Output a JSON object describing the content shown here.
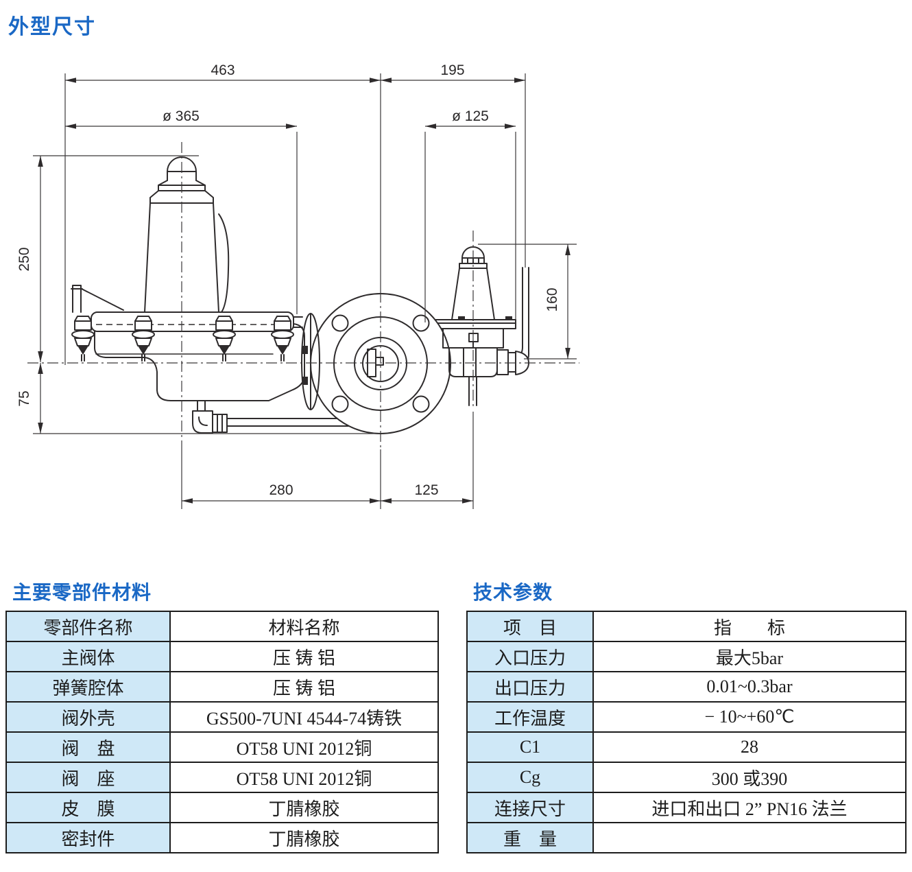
{
  "page_title": "外型尺寸",
  "colors": {
    "accent_blue": "#1a68c5",
    "table_header_bg": "#cfe8f7",
    "line": "#2e2b2c"
  },
  "drawing": {
    "dimensions": {
      "total_width": "463",
      "right_width": "195",
      "main_diameter": "ø 365",
      "pilot_diameter": "ø 125",
      "upper_height": "250",
      "lower_height": "75",
      "pilot_height": "160",
      "bottom_center": "280",
      "bottom_right": "125"
    }
  },
  "materials_table": {
    "title": "主要零部件材料",
    "headers": [
      "零部件名称",
      "材料名称"
    ],
    "rows": [
      [
        "主阀体",
        "压 铸 铝"
      ],
      [
        "弹簧腔体",
        "压 铸 铝"
      ],
      [
        "阀外壳",
        "GS500-7UNI 4544-74铸铁"
      ],
      [
        "阀　盘",
        "OT58 UNI 2012铜"
      ],
      [
        "阀　座",
        "OT58 UNI 2012铜"
      ],
      [
        "皮　膜",
        "丁腈橡胶"
      ],
      [
        "密封件",
        "丁腈橡胶"
      ]
    ]
  },
  "params_table": {
    "title": "技术参数",
    "headers": [
      "项　目",
      "指　　标"
    ],
    "rows": [
      [
        "入口压力",
        "最大5bar"
      ],
      [
        "出口压力",
        "0.01~0.3bar"
      ],
      [
        "工作温度",
        "− 10~+60℃"
      ],
      [
        "C1",
        "28"
      ],
      [
        "Cg",
        "300 或390"
      ],
      [
        "连接尺寸",
        "进口和出口 2” PN16 法兰"
      ],
      [
        "重　量",
        ""
      ]
    ]
  }
}
